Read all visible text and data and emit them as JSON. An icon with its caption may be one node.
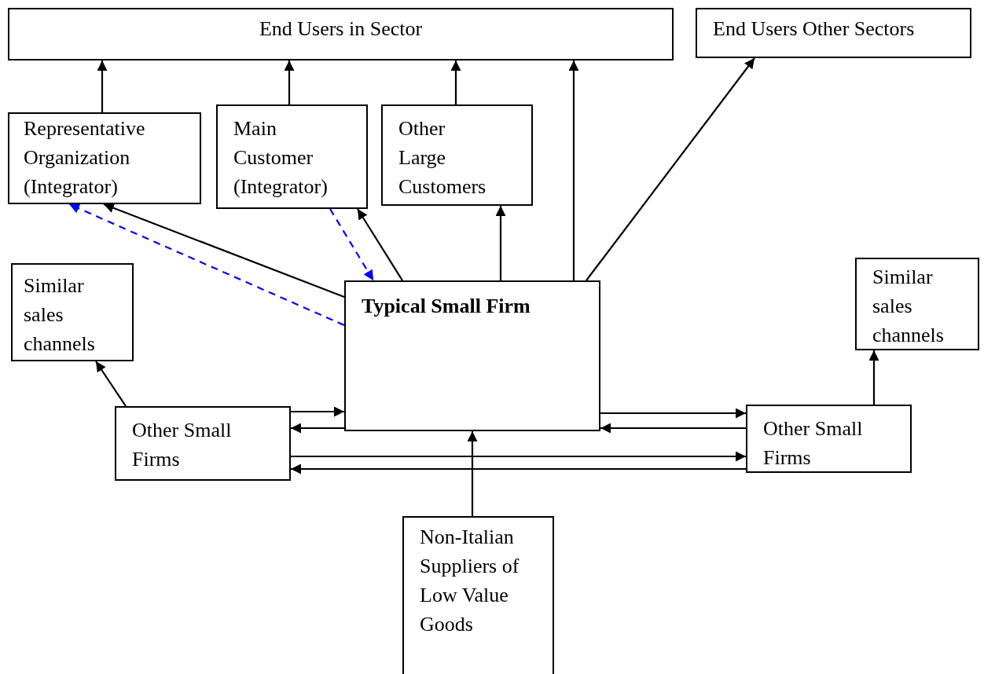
{
  "diagram": {
    "nodes": [
      {
        "text": [
          "End Users in Sector"
        ]
      },
      {
        "text": [
          "End Users Other Sectors"
        ]
      },
      {
        "text": [
          "Representative Organization (Integrator)"
        ]
      },
      {
        "text": [
          "Main Customer (Integrator)"
        ]
      },
      {
        "text": [
          "Other Large Customers"
        ]
      },
      {
        "text": [
          "Similar sales channels"
        ]
      },
      {
        "text": [
          "Typical Small Firm"
        ]
      },
      {
        "text": [
          "Similar sales channels"
        ]
      },
      {
        "text": [
          "Other Small Firms"
        ]
      },
      {
        "text": [
          "Other Small Firms"
        ]
      },
      {
        "text": [
          "Non-Italian Suppliers of Low Value Goods"
        ]
      }
    ],
    "edges": [
      {
        "from": 2,
        "to": 0,
        "arrow": "to"
      },
      {
        "from": 3,
        "to": 0,
        "arrow": "to"
      },
      {
        "from": 4,
        "to": 0,
        "arrow": "to"
      },
      {
        "from": 6,
        "to": 0,
        "arrow": "to"
      },
      {
        "from": 6,
        "to": 1,
        "arrow": "to"
      },
      {
        "from": 6,
        "to": 2,
        "arrow": "to"
      },
      {
        "from": 6,
        "to": 2,
        "arrow": "to",
        "style": "dashed",
        "color": "#0000ff"
      },
      {
        "from": 3,
        "to": 6,
        "arrow": "to",
        "style": "dashed",
        "color": "#0000ff"
      },
      {
        "from": 6,
        "to": 3,
        "arrow": "to"
      },
      {
        "from": 6,
        "to": 4,
        "arrow": "to"
      },
      {
        "from": 8,
        "to": 5,
        "arrow": "to"
      },
      {
        "from": 9,
        "to": 7,
        "arrow": "to"
      },
      {
        "from": 8,
        "to": 6,
        "arrow": "to"
      },
      {
        "from": 6,
        "to": 8,
        "arrow": "to"
      },
      {
        "from": 6,
        "to": 9,
        "arrow": "to"
      },
      {
        "from": 9,
        "to": 6,
        "arrow": "to"
      },
      {
        "from": 8,
        "to": 9,
        "arrow": "to"
      },
      {
        "from": 9,
        "to": 8,
        "arrow": "to"
      },
      {
        "from": 10,
        "to": 6,
        "arrow": "to"
      }
    ]
  }
}
